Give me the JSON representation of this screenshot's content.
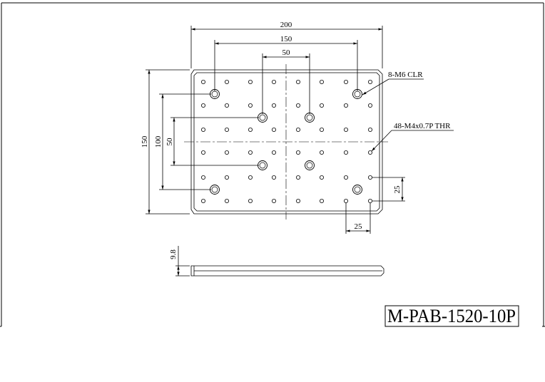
{
  "drawing": {
    "part_number": "M-PAB-1520-10P",
    "dimensions": {
      "width_overall": "200",
      "mount_spacing_x": "150",
      "center_spacing_x": "50",
      "height_overall": "150",
      "mount_spacing_y": "100",
      "center_spacing_y": "50",
      "hole_pitch_x": "25",
      "hole_pitch_y": "25",
      "thickness": "9.8"
    },
    "callouts": {
      "clearance_holes": "8-M6 CLR",
      "threaded_holes": "48-M4x0.7P THR"
    }
  }
}
